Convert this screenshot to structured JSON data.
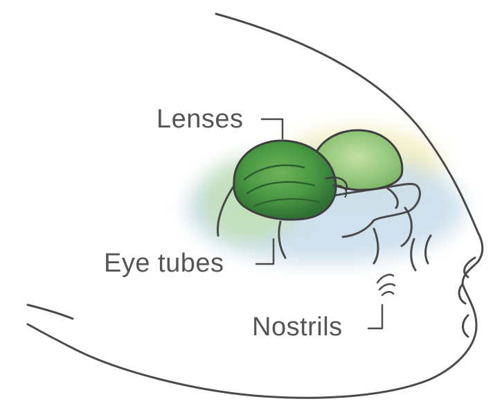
{
  "diagram": {
    "labels": {
      "lenses": "Lenses",
      "eye_tubes": "Eye tubes",
      "nostrils": "Nostrils"
    },
    "colors": {
      "outline": "#4a4a4a",
      "label_text": "#555555",
      "lens_green_dark": "#3f8a3c",
      "lens_green_light": "#a9d58f",
      "glow_blue": "#cfe2ee",
      "glow_yellow": "#f4efc4",
      "background": "#ffffff"
    }
  }
}
